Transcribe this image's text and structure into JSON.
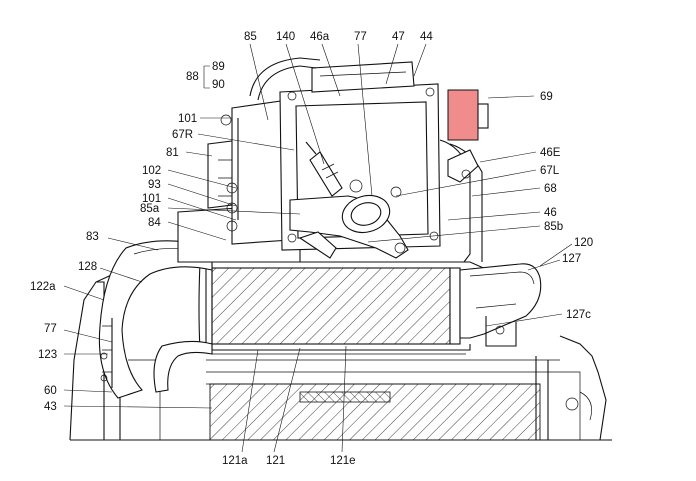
{
  "colors": {
    "highlight": "#f08c8c",
    "stroke": "#111111",
    "background": "#ffffff"
  },
  "labels": {
    "l88": "88",
    "l89": "89",
    "l90": "90",
    "l85": "85",
    "l140": "140",
    "l46a": "46a",
    "l77top": "77",
    "l47": "47",
    "l44": "44",
    "l69": "69",
    "l101a": "101",
    "l67R": "67R",
    "l81": "81",
    "l46E": "46E",
    "l67L": "67L",
    "l102": "102",
    "l93": "93",
    "l101b": "101",
    "l68": "68",
    "l85a": "85a",
    "l46": "46",
    "l84": "84",
    "l85b": "85b",
    "l83": "83",
    "l120": "120",
    "l127": "127",
    "l128": "128",
    "l122a": "122a",
    "l127c": "127c",
    "l77left": "77",
    "l123": "123",
    "l60": "60",
    "l43": "43",
    "l121a": "121a",
    "l121": "121",
    "l121e": "121e"
  }
}
